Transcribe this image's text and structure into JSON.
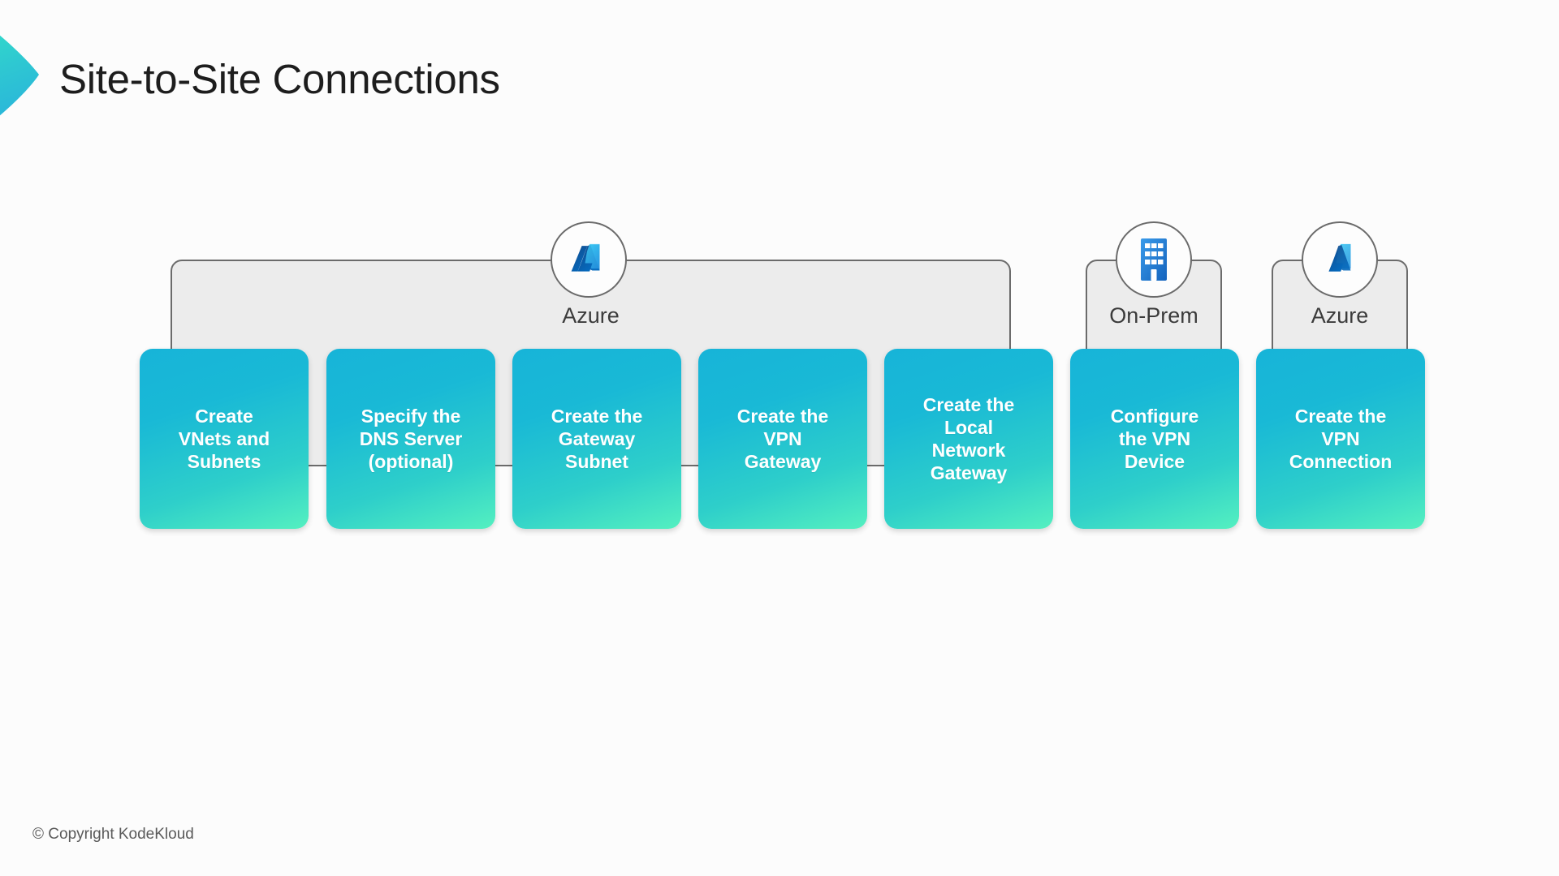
{
  "slide": {
    "title": "Site-to-Site Connections",
    "footer": "© Copyright KodeKloud",
    "background_color": "#fcfcfc"
  },
  "logo": {
    "name": "kodekloud-chevron-logo",
    "gradient_from": "#2fe0c8",
    "gradient_to": "#2bb8d8"
  },
  "zones": [
    {
      "id": "azure-left",
      "label": "Azure",
      "icon": "azure-icon",
      "fill": "#ececec",
      "border": "#6b6b6b"
    },
    {
      "id": "on-prem",
      "label": "On-Prem",
      "icon": "building-icon",
      "fill": "#ececec",
      "border": "#6b6b6b"
    },
    {
      "id": "azure-right",
      "label": "Azure",
      "icon": "azure-icon",
      "fill": "#ececec",
      "border": "#6b6b6b"
    }
  ],
  "cards": [
    {
      "id": "create-vnets-and-subnets",
      "label": "Create\nVNets and\nSubnets"
    },
    {
      "id": "specify-dns-server",
      "label": "Specify the\nDNS Server\n(optional)"
    },
    {
      "id": "create-gateway-subnet",
      "label": "Create the\nGateway\nSubnet"
    },
    {
      "id": "create-vpn-gateway",
      "label": "Create the\nVPN\nGateway"
    },
    {
      "id": "create-local-network-gateway",
      "label": "Create the\nLocal\nNetwork\nGateway"
    },
    {
      "id": "configure-vpn-device",
      "label": "Configure\nthe VPN\nDevice"
    },
    {
      "id": "create-vpn-connection",
      "label": "Create the\nVPN\nConnection"
    }
  ],
  "theme": {
    "card_gradient_top": "#17b4d8",
    "card_gradient_bottom": "#54f0c0",
    "card_text_color": "#ffffff",
    "title_color": "#1d1d1d",
    "zone_label_color": "#3b3b3b",
    "azure_icon_color_dark": "#0f5fad",
    "azure_icon_color_light": "#4fc3f7",
    "building_icon_color": "#1f7ad4"
  }
}
